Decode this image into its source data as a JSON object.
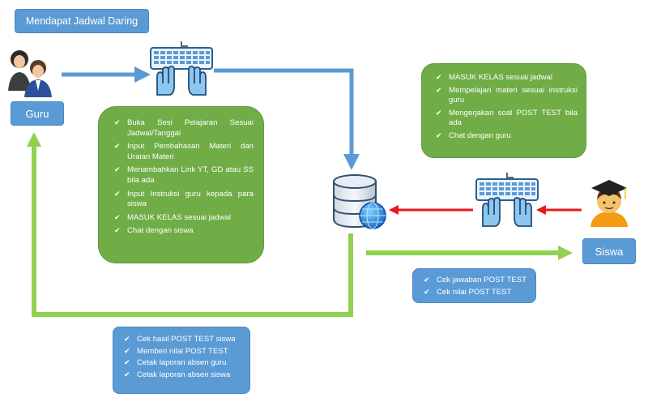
{
  "title": "Mendapat Jadwal Daring",
  "guru_label": "Guru",
  "siswa_label": "Siswa",
  "teacher_steps": [
    "Buka Sesi Pelajaran Sesuai Jadwal/Tanggal",
    "Input Pembahasan Materi dan Uraian Materi",
    "Menambahkan Link YT, GD atau SS bila ada",
    "Input Instruksi guru kepada para siswa",
    "MASUK KELAS sesuai jadwal",
    "Chat dengan siswa"
  ],
  "student_steps": [
    "MASUK KELAS sesuai jadwal",
    "Mempelajari materi sesuai instruksi guru",
    "Mengerjakan soal POST TEST bila ada",
    "Chat dengan guru"
  ],
  "student_checks": [
    "Cek jawaban POST TEST",
    "Cek nilai POST TEST"
  ],
  "teacher_reports": [
    "Cek hasil POST TEST siswa",
    "Memberi nilai POST TEST",
    "Cetak laporan absen guru",
    "Cetak laporan absen siswa"
  ],
  "colors": {
    "blue_box": "#5b9bd5",
    "green_box": "#70ad47",
    "blue_arrow": "#5b9bd5",
    "green_arrow": "#92d050",
    "red_arrow": "#e8191b"
  },
  "icons": [
    "teachers-icon",
    "keyboard-hands-icon",
    "database-globe-icon",
    "graduate-student-icon"
  ]
}
